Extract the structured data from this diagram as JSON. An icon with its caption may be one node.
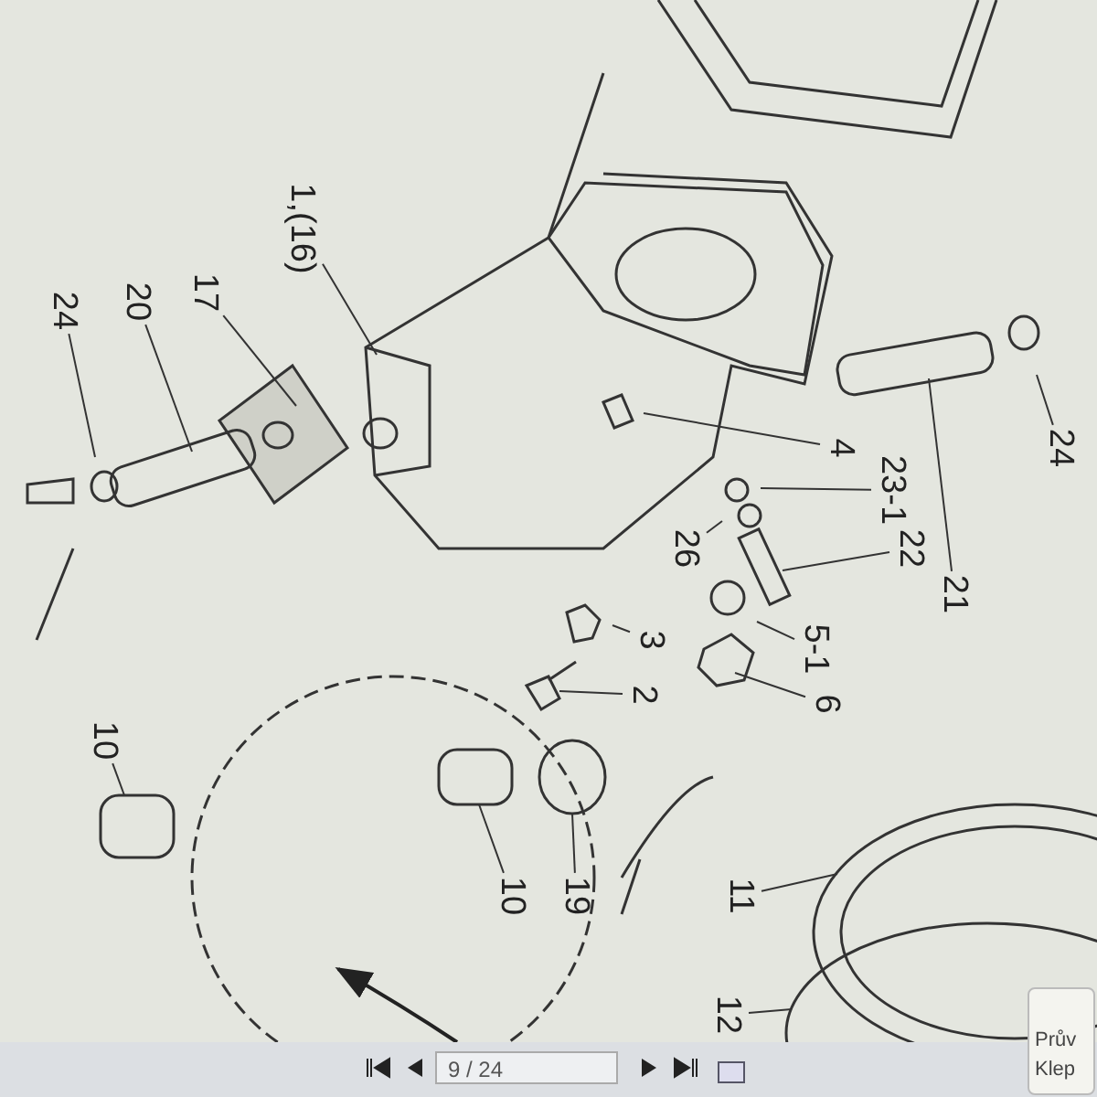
{
  "diagram": {
    "nodes": [
      {
        "text": [
          "24"
        ]
      },
      {
        "text": [
          "20"
        ]
      },
      {
        "text": [
          "17"
        ]
      },
      {
        "text": [
          "1,(16)"
        ]
      },
      {
        "text": [
          "4"
        ]
      },
      {
        "text": [
          "23-1"
        ]
      },
      {
        "text": [
          "21"
        ]
      },
      {
        "text": [
          "24"
        ]
      },
      {
        "text": [
          "26"
        ]
      },
      {
        "text": [
          "22"
        ]
      },
      {
        "text": [
          "3"
        ]
      },
      {
        "text": [
          "5-1"
        ]
      },
      {
        "text": [
          "2"
        ]
      },
      {
        "text": [
          "6"
        ]
      },
      {
        "text": [
          "10"
        ]
      },
      {
        "text": [
          "10"
        ]
      },
      {
        "text": [
          "19"
        ]
      },
      {
        "text": [
          "11"
        ]
      },
      {
        "text": [
          "12"
        ]
      }
    ],
    "edges": [
      {
        "from": 0,
        "to": null,
        "arrow": "none"
      },
      {
        "from": 1,
        "to": null,
        "arrow": "none"
      },
      {
        "from": 2,
        "to": null,
        "arrow": "none"
      },
      {
        "from": 3,
        "to": null,
        "arrow": "none"
      },
      {
        "from": 4,
        "to": null,
        "arrow": "none"
      },
      {
        "from": 5,
        "to": null,
        "arrow": "none"
      },
      {
        "from": 6,
        "to": null,
        "arrow": "none"
      },
      {
        "from": 7,
        "to": null,
        "arrow": "none"
      },
      {
        "from": 8,
        "to": null,
        "arrow": "none"
      },
      {
        "from": 9,
        "to": null,
        "arrow": "none"
      },
      {
        "from": 10,
        "to": null,
        "arrow": "none"
      },
      {
        "from": 11,
        "to": null,
        "arrow": "none"
      },
      {
        "from": 12,
        "to": null,
        "arrow": "none"
      },
      {
        "from": 13,
        "to": null,
        "arrow": "none"
      },
      {
        "from": 14,
        "to": null,
        "arrow": "none"
      },
      {
        "from": 15,
        "to": null,
        "arrow": "none"
      },
      {
        "from": 16,
        "to": null,
        "arrow": "none"
      },
      {
        "from": 17,
        "to": null,
        "arrow": "none"
      },
      {
        "from": 18,
        "to": null,
        "arrow": "none"
      }
    ],
    "labels": [
      "9 / 24",
      "Prův",
      "Klep"
    ]
  }
}
